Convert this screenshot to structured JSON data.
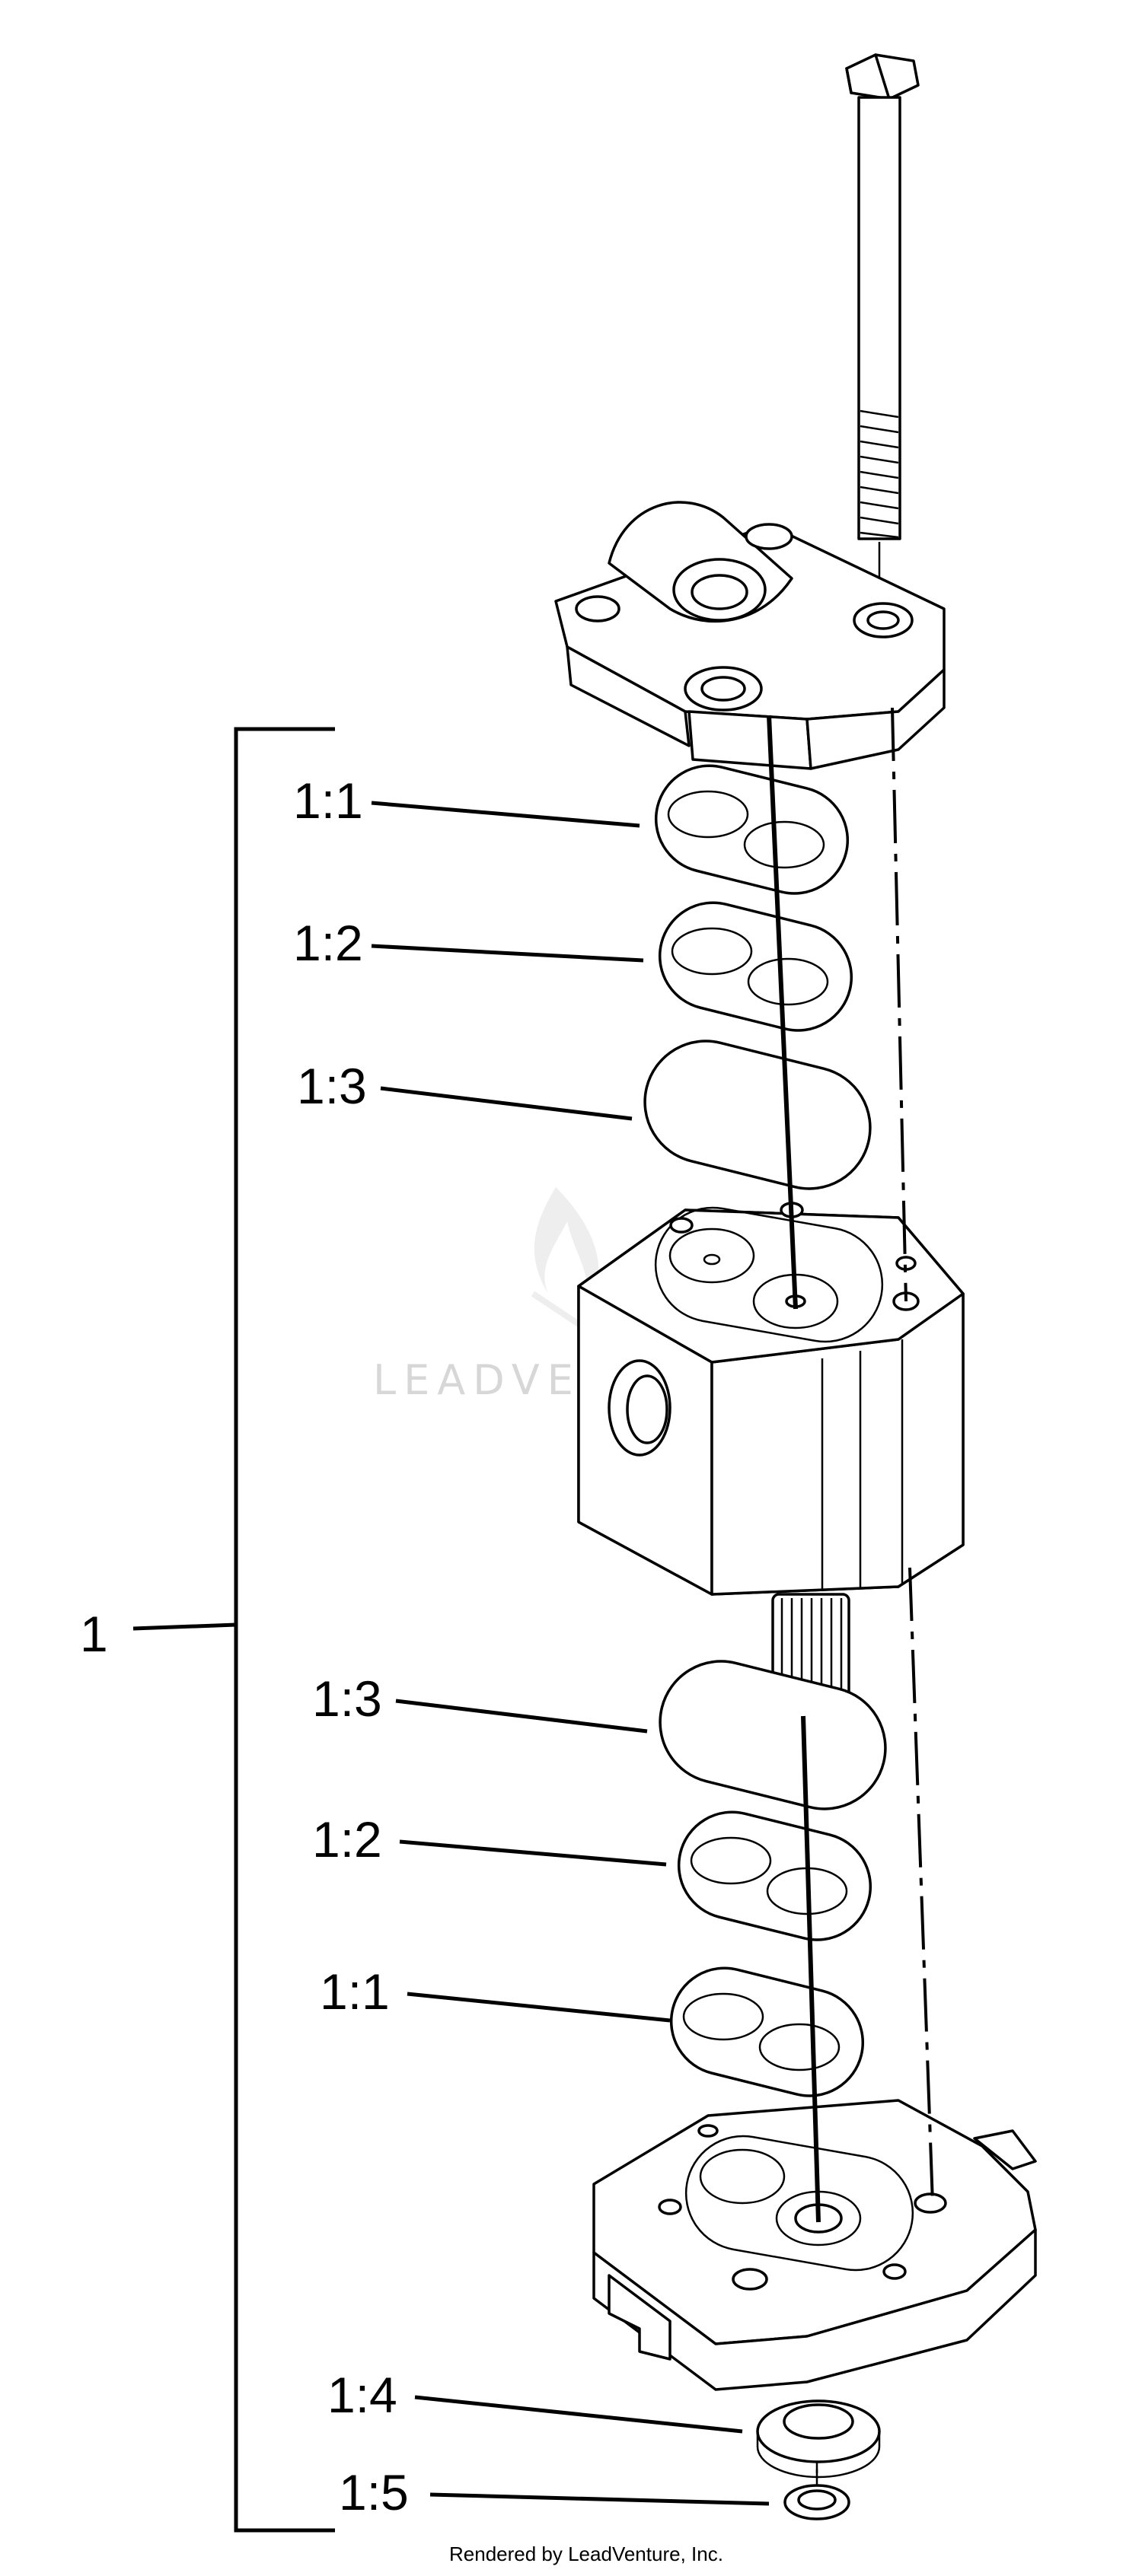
{
  "diagram": {
    "assembly_label": "1",
    "callouts_top": [
      "1:1",
      "1:2",
      "1:3"
    ],
    "callouts_bottom": [
      "1:3",
      "1:2",
      "1:1",
      "1:4",
      "1:5"
    ],
    "watermark": "LEADVENTURE",
    "footer": "Rendered by LeadVenture, Inc."
  }
}
